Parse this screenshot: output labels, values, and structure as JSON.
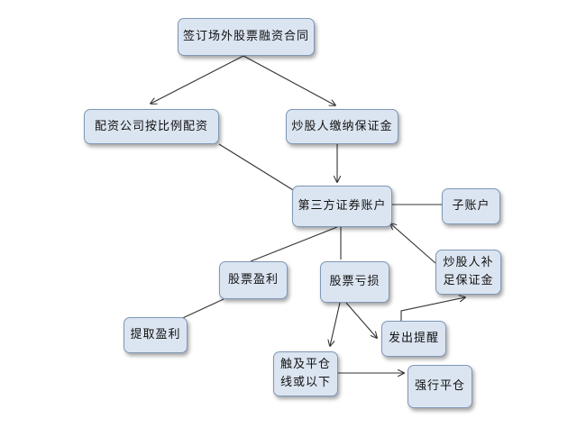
{
  "nodes": {
    "sign_contract": "签订场外股票融资合同",
    "funder_allocates": "配资公司按比例配资",
    "trader_margin": "炒股人缴纳保证金",
    "third_party_account": "第三方证券账户",
    "sub_account": "子账户",
    "trader_topup": "炒股人补\n足保证金",
    "stock_profit": "股票盈利",
    "stock_loss": "股票亏损",
    "withdraw_profit": "提取盈利",
    "issue_alert": "发出提醒",
    "touch_line": "触及平仓\n线或以下",
    "forced_liquidation": "强行平仓"
  }
}
